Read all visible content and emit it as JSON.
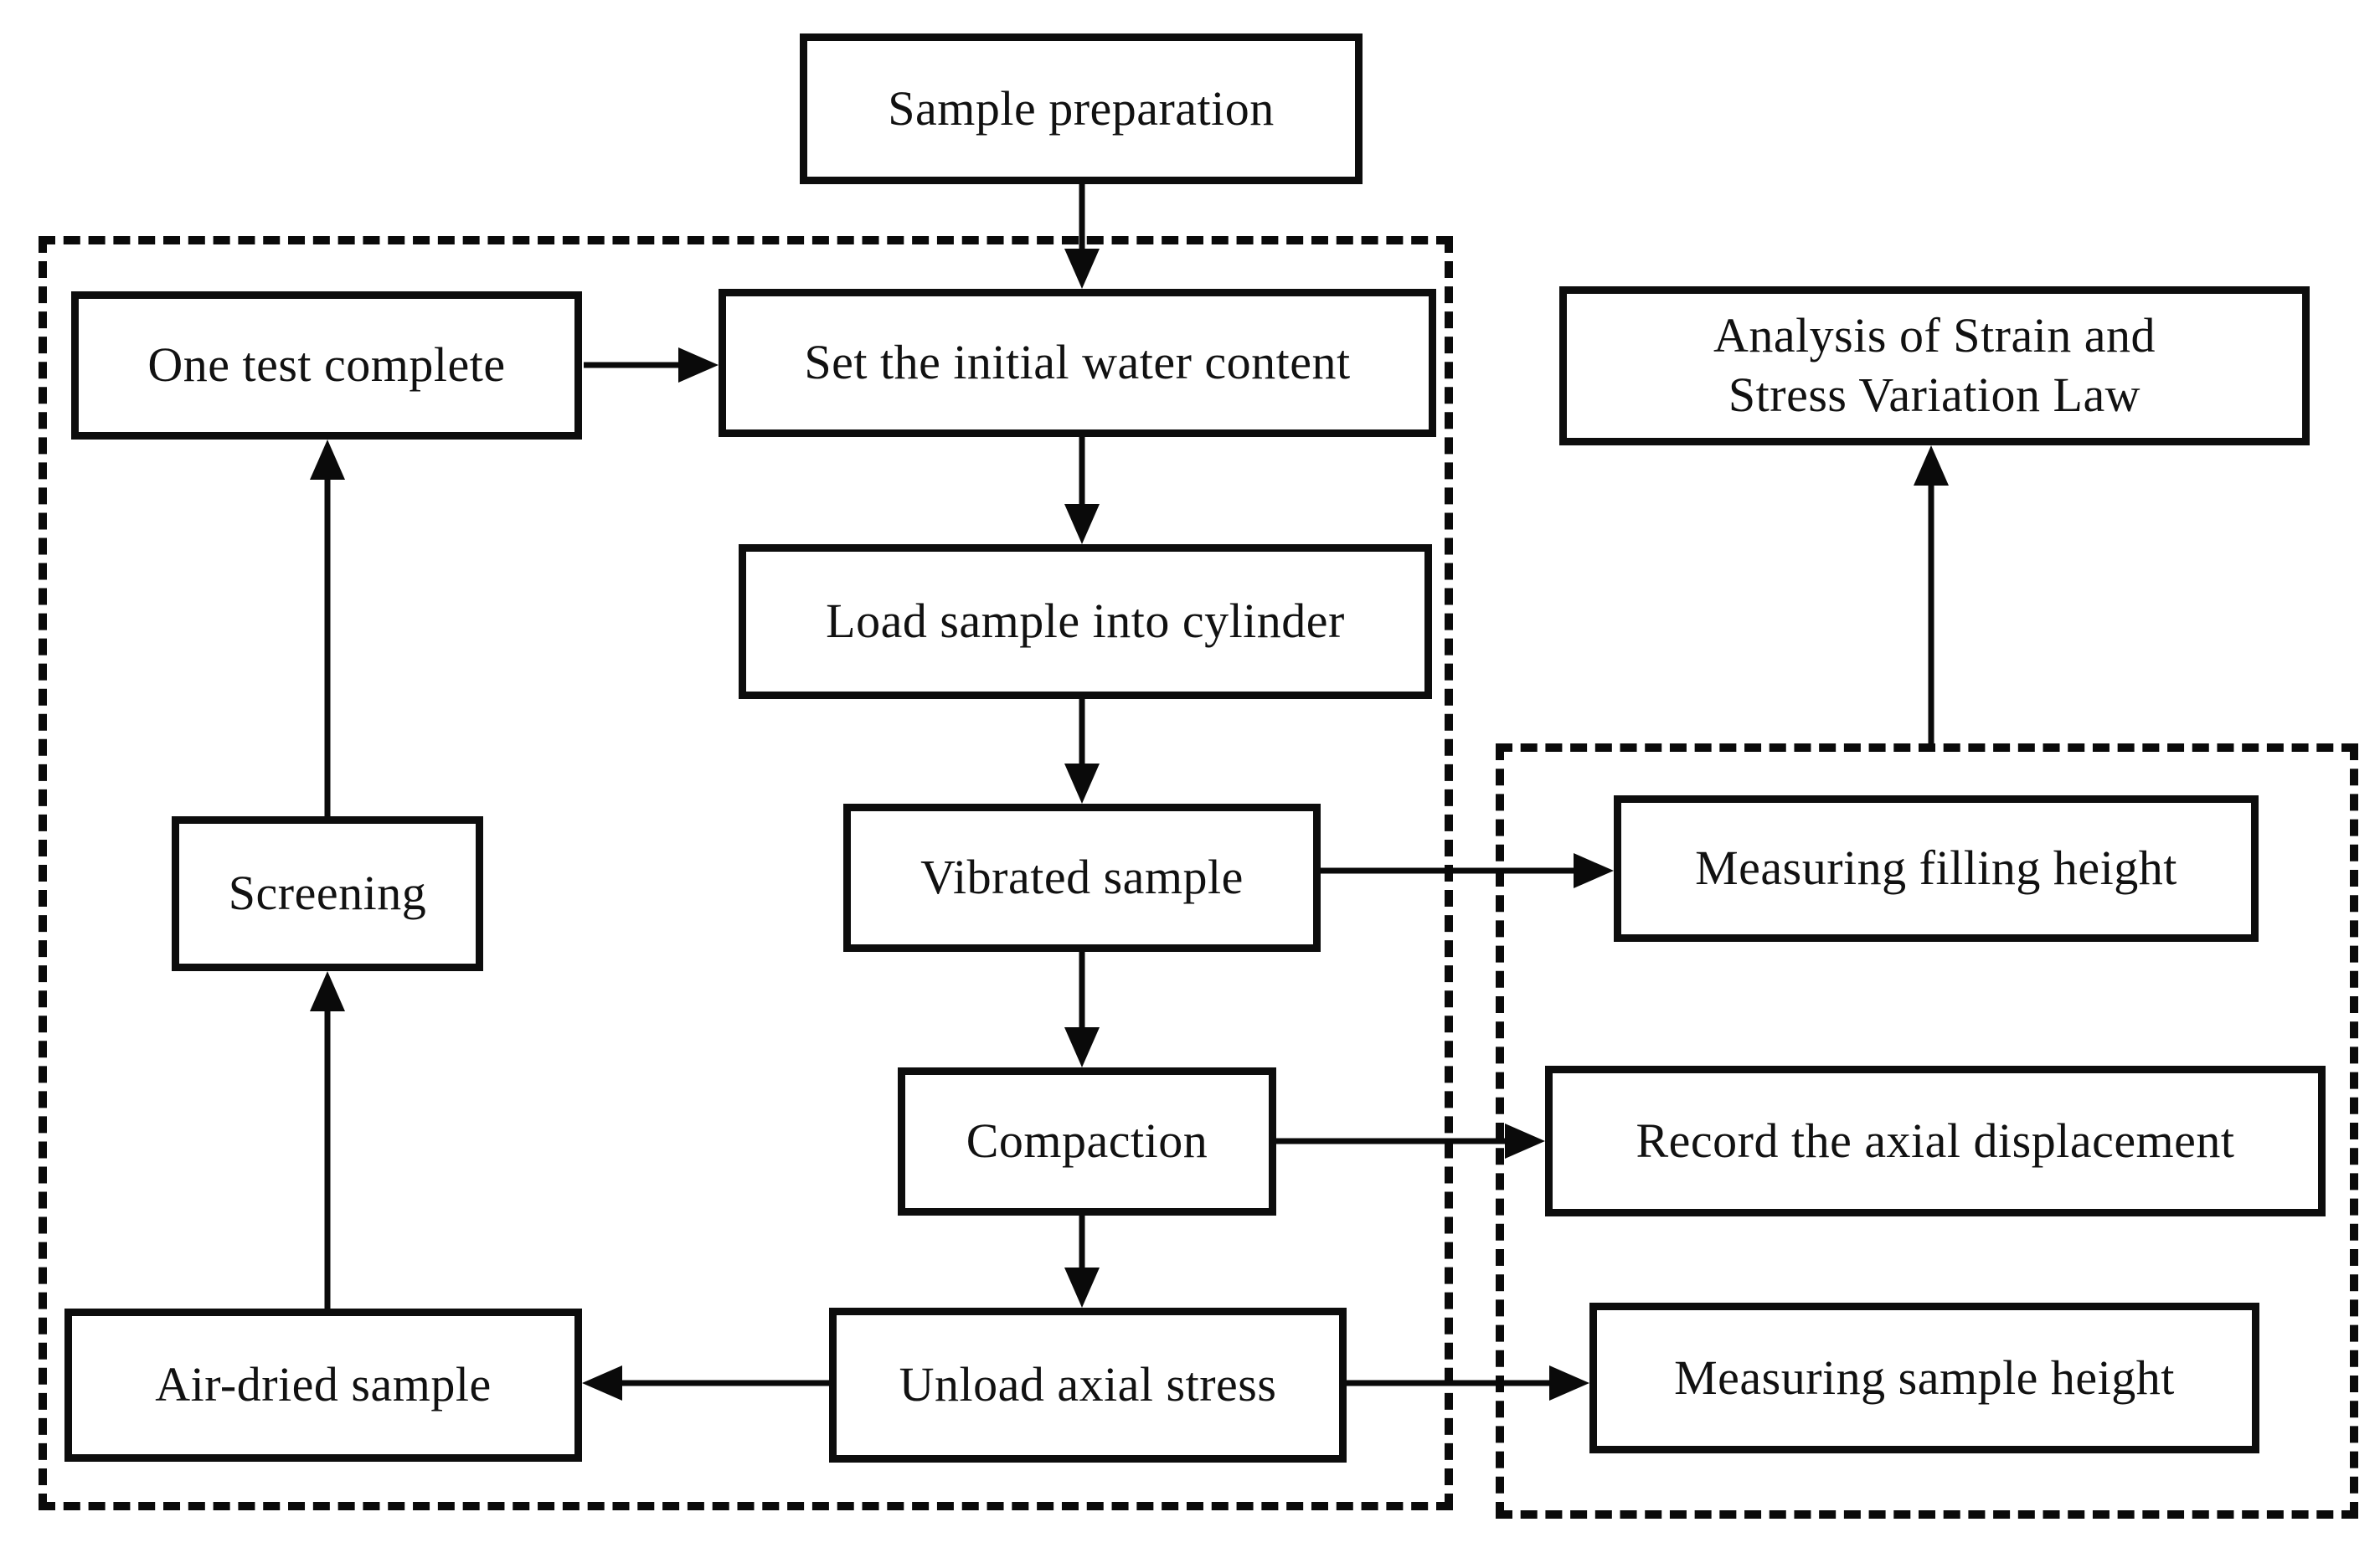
{
  "figure": {
    "kind": "flowchart",
    "background_color": "#ffffff",
    "line_color": "#0a0a0a",
    "text_color": "#111111"
  },
  "nodes": {
    "sample_preparation": "Sample preparation",
    "one_test_complete": "One test complete",
    "set_initial_water_content": "Set the initial water content",
    "load_sample_into_cylinder": "Load sample into cylinder",
    "vibrated_sample": "Vibrated sample",
    "screening": "Screening",
    "air_dried_sample": "Air-dried sample",
    "compaction": "Compaction",
    "unload_axial_stress": "Unload axial stress",
    "measuring_filling_height": "Measuring filling height",
    "record_axial_displacement": "Record the axial displacement",
    "measuring_sample_height": "Measuring sample height",
    "analysis_strain_stress": "Analysis of Strain and\nStress Variation Law"
  },
  "groups": {
    "preparation_loop_group": {
      "style": "dashed",
      "contains": [
        "one_test_complete",
        "set_initial_water_content",
        "load_sample_into_cylinder",
        "vibrated_sample",
        "screening",
        "compaction",
        "unload_axial_stress",
        "air_dried_sample"
      ]
    },
    "measurement_group": {
      "style": "dashed",
      "contains": [
        "measuring_filling_height",
        "record_axial_displacement",
        "measuring_sample_height"
      ]
    }
  },
  "edges": [
    {
      "from": "sample_preparation",
      "to": "set_initial_water_content",
      "direction": "down"
    },
    {
      "from": "one_test_complete",
      "to": "set_initial_water_content",
      "direction": "right"
    },
    {
      "from": "set_initial_water_content",
      "to": "load_sample_into_cylinder",
      "direction": "down"
    },
    {
      "from": "load_sample_into_cylinder",
      "to": "vibrated_sample",
      "direction": "down"
    },
    {
      "from": "vibrated_sample",
      "to": "measuring_filling_height",
      "direction": "right"
    },
    {
      "from": "vibrated_sample",
      "to": "compaction",
      "direction": "down"
    },
    {
      "from": "compaction",
      "to": "record_axial_displacement",
      "direction": "right"
    },
    {
      "from": "compaction",
      "to": "unload_axial_stress",
      "direction": "down"
    },
    {
      "from": "unload_axial_stress",
      "to": "measuring_sample_height",
      "direction": "right"
    },
    {
      "from": "unload_axial_stress",
      "to": "air_dried_sample",
      "direction": "left"
    },
    {
      "from": "air_dried_sample",
      "to": "screening",
      "direction": "up"
    },
    {
      "from": "screening",
      "to": "one_test_complete",
      "direction": "up"
    },
    {
      "from": "measurement_group",
      "to": "analysis_strain_stress",
      "direction": "up"
    }
  ]
}
